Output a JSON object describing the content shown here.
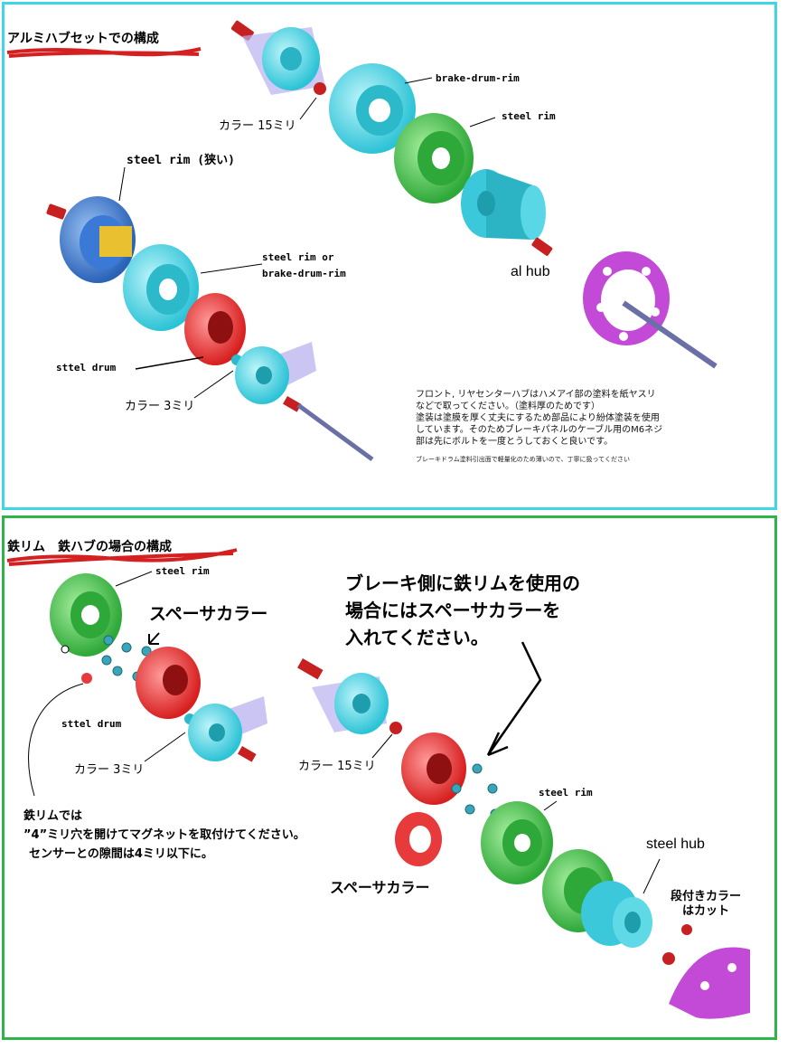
{
  "top_panel": {
    "title": "アルミハブセットでの構成",
    "labels": {
      "collar_15": "カラー 15ミリ",
      "brake_drum_rim": "brake-drum-rim",
      "steel_rim": "steel rim",
      "steel_rim_narrow": "steel rim (狭い)",
      "steel_rim_or": "steel rim or",
      "brake_drum_rim_2": "brake-drum-rim",
      "al_hub": "al hub",
      "sttel_drum": "sttel drum",
      "collar_3": "カラー 3ミリ"
    },
    "note_lines": [
      "フロント, リヤセンターハブはハメアイ部の塗料を紙ヤスリ",
      "などで取ってください。（塗料厚のためです）",
      "塗装は塗膜を厚く丈夫にするため部品により紛体塗装を使用",
      "しています。そのためブレーキパネルのケーブル用のM6ネジ",
      "部は先にボルトを一度とうしておくと良いです。"
    ],
    "note_small": "ブレーキドラム塗料引出面で軽量化のため薄いので、丁寧に扱ってください"
  },
  "bottom_panel": {
    "title": "鉄リム　鉄ハブの場合の構成",
    "labels": {
      "steel_rim_top": "steel rim",
      "spacer_collar": "スペーサカラー",
      "sttel_drum": "sttel drum",
      "collar_3": "カラー 3ミリ",
      "collar_15": "カラー 15ミリ",
      "steel_rim_right": "steel rim",
      "steel_hub": "steel hub",
      "stepped_collar_1": "段付きカラー",
      "stepped_collar_2": "はカット",
      "spacer_collar_2": "スペーサカラー"
    },
    "instruction_lines": [
      "ブレーキ側に鉄リムを使用の",
      "場合にはスペーサカラーを",
      "入れてください。"
    ],
    "magnet_lines": [
      "鉄リムでは",
      "”4”ミリ穴を開けてマグネットを取付けてください。",
      "センサーとの隙間は4ミリ以下に。"
    ]
  },
  "colors": {
    "cyan": "#3fd7e6",
    "green": "#2fb34a",
    "red": "#e83a3a",
    "magenta": "#c24ad6",
    "blue": "#3a7ad6",
    "yellow": "#e8c030",
    "lavender": "#9a90e0",
    "scribble": "#d42020"
  }
}
